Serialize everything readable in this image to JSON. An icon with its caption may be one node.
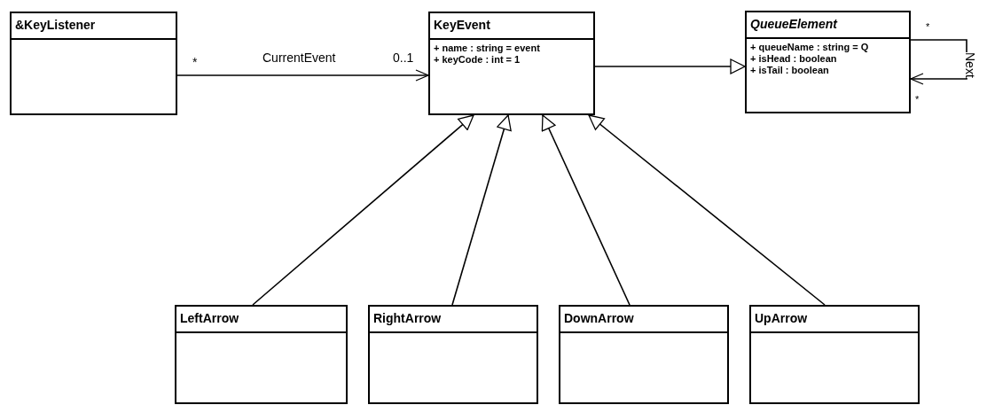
{
  "diagram": {
    "nodes": [
      {
        "text": [
          "&KeyListener"
        ]
      },
      {
        "text": [
          "KeyEvent",
          "+ name : string = event",
          "+ keyCode : int = 1"
        ]
      },
      {
        "text": [
          "QueueElement",
          "+ queueName : string = Q",
          "+ isHead : boolean",
          "+ isTail : boolean"
        ]
      },
      {
        "text": [
          "LeftArrow"
        ]
      },
      {
        "text": [
          "RightArrow"
        ]
      },
      {
        "text": [
          "DownArrow"
        ]
      },
      {
        "text": [
          "UpArrow"
        ]
      }
    ],
    "edges": [
      {
        "from": 0,
        "to": 1,
        "arrow": "to",
        "label": "CurrentEvent"
      },
      {
        "from": 1,
        "to": 2,
        "arrow": "to"
      },
      {
        "from": 2,
        "to": 2,
        "arrow": "to",
        "label": "Next"
      },
      {
        "from": 3,
        "to": 1,
        "arrow": "to"
      },
      {
        "from": 4,
        "to": 1,
        "arrow": "to"
      },
      {
        "from": 5,
        "to": 1,
        "arrow": "to"
      },
      {
        "from": 6,
        "to": 1,
        "arrow": "to"
      }
    ],
    "labels": [
      "*",
      "0..1",
      "*",
      "*"
    ]
  }
}
